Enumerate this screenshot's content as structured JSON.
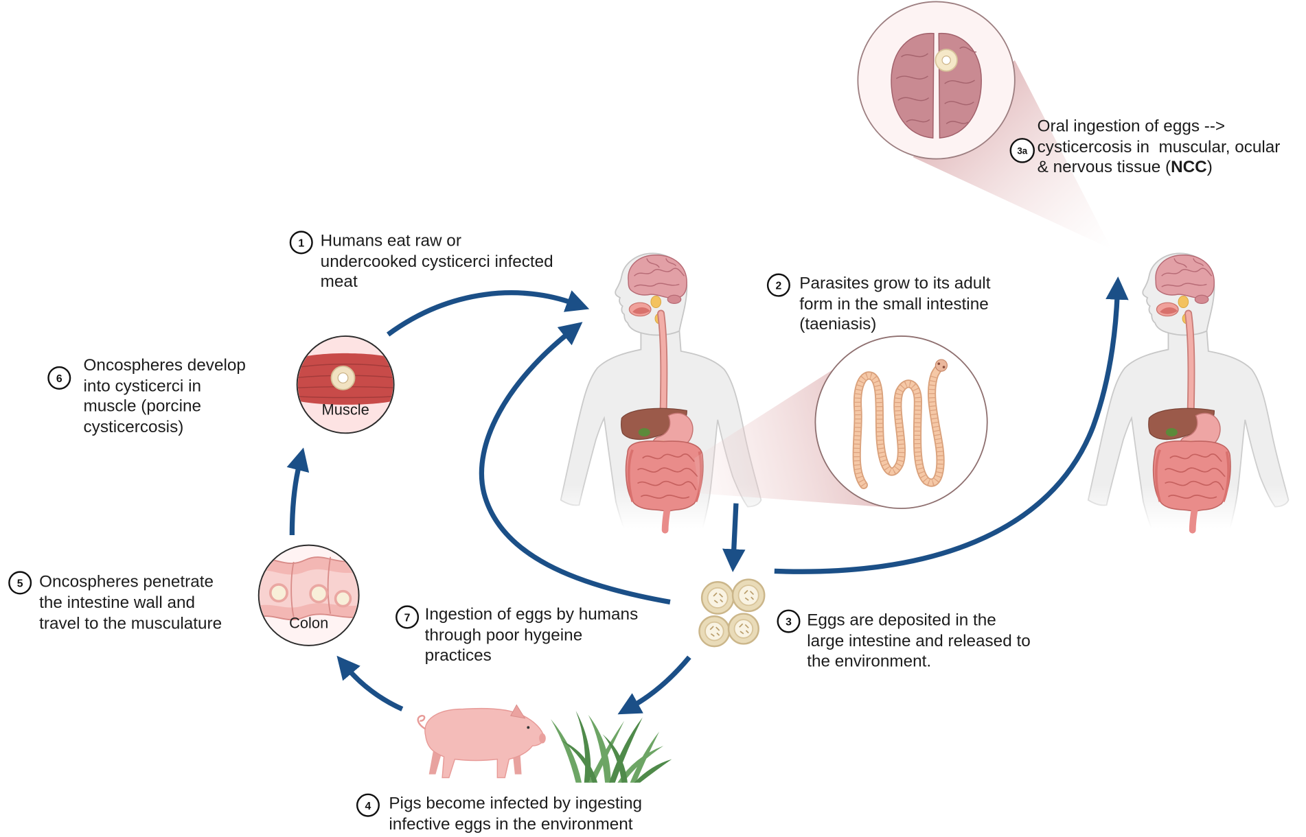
{
  "steps": {
    "s1": {
      "number": "1",
      "lines": [
        "Humans eat raw or",
        "undercooked cysticerci infected",
        "meat"
      ]
    },
    "s2": {
      "number": "2",
      "lines": [
        "Parasites grow to its adult",
        "form in the small intestine",
        "(taeniasis)"
      ]
    },
    "s3": {
      "number": "3",
      "lines": [
        "Eggs are deposited in the",
        "large intestine and released to",
        "the environment."
      ]
    },
    "s3a": {
      "number": "3a",
      "lines": [
        "Oral ingestion of eggs -->",
        "cysticercosis in  muscular, ocular",
        "& nervous tissue ("
      ],
      "bold": "NCC",
      "closing": ")"
    },
    "s4": {
      "number": "4",
      "lines": [
        "Pigs become infected by ingesting",
        "infective eggs in the environment"
      ]
    },
    "s5": {
      "number": "5",
      "lines": [
        "Oncospheres penetrate",
        "the intestine wall and",
        "travel to the musculature"
      ]
    },
    "s6": {
      "number": "6",
      "lines": [
        "Oncospheres develop",
        "into cysticerci in",
        "muscle (porcine",
        "cysticercosis)"
      ]
    },
    "s7": {
      "number": "7",
      "lines": [
        "Ingestion of eggs by humans",
        "through poor hygeine",
        "practices"
      ]
    }
  },
  "insets": {
    "muscle_label": "Muscle",
    "colon_label": "Colon"
  },
  "colors": {
    "arrow": "#1b4f87",
    "skin": "#eeeeee",
    "brain": "#d98e96",
    "intestine": "#e98c8a",
    "liver": "#9b5a4a",
    "muscle": "#c84b49",
    "egg": "#e9dbb8",
    "pig": "#f4bcb9",
    "grass": "#5f9c59",
    "worm": "#f5c8a6"
  },
  "illustrations": [
    "human-body-icon",
    "brain-icon",
    "tapeworm-icon",
    "muscle-cyst-icon",
    "colon-cyst-icon",
    "egg-icon",
    "pig-icon",
    "grass-icon"
  ]
}
